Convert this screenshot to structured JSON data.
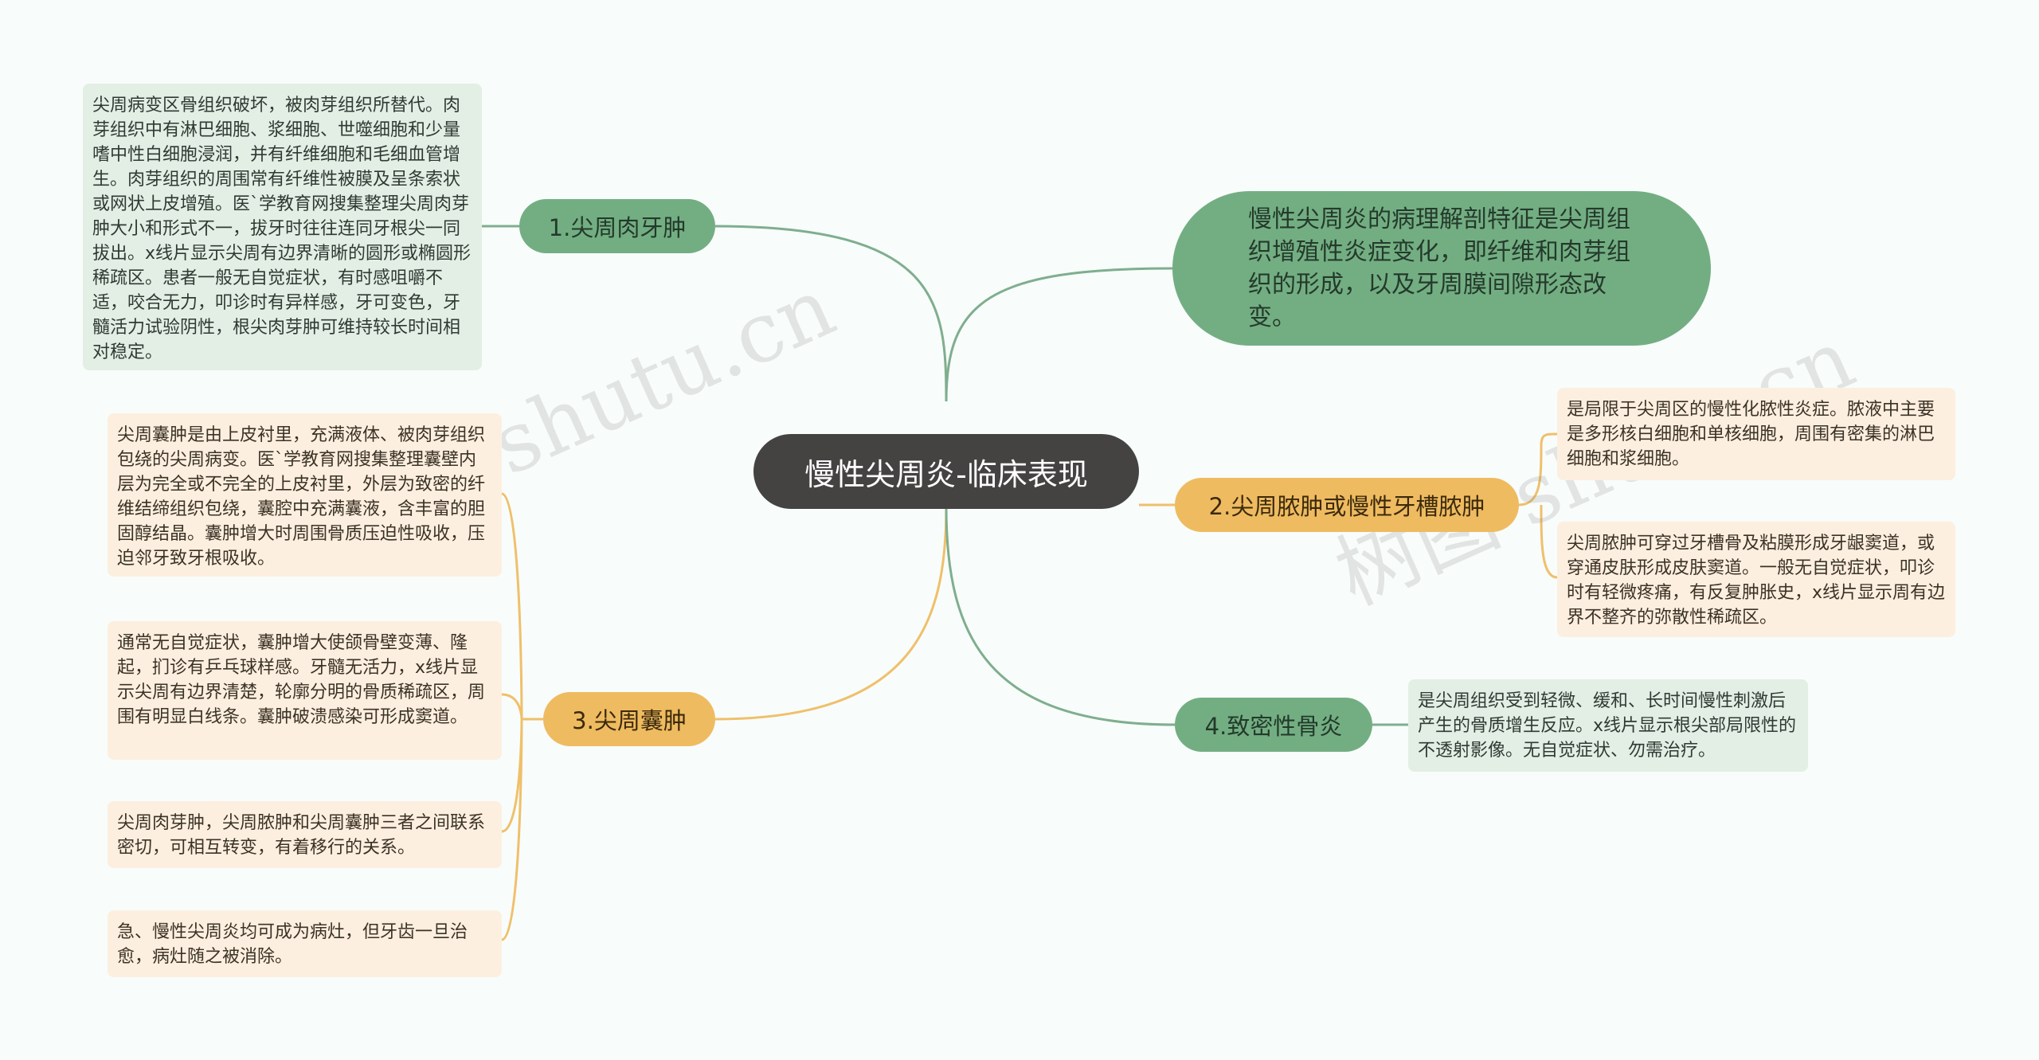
{
  "root": {
    "label": "慢性尖周炎-临床表现"
  },
  "summary": {
    "text": "慢性尖周炎的病理解剖特征是尖周组织增殖性炎症变化，即纤维和肉芽组织的形成，以及牙周膜间隙形态改变。"
  },
  "branches": [
    {
      "label": "1.尖周肉牙肿",
      "leaves": [
        "尖周病变区骨组织破坏，被肉芽组织所替代。肉芽组织中有淋巴细胞、浆细胞、世噬细胞和少量嗜中性白细胞浸润，并有纤维细胞和毛细血管增生。肉芽组织的周围常有纤维性被膜及呈条索状或网状上皮增殖。医`学教育网搜集整理尖周肉芽肿大小和形式不一，拔牙时往往连同牙根尖一同拔出。x线片显示尖周有边界清晰的圆形或椭圆形稀疏区。患者一般无自觉症状，有时感咀嚼不适，咬合无力，叩诊时有异样感，牙可变色，牙髓活力试验阴性，根尖肉芽肿可维持较长时间相对稳定。"
      ]
    },
    {
      "label": "2.尖周脓肿或慢性牙槽脓肿",
      "leaves": [
        "是局限于尖周区的慢性化脓性炎症。脓液中主要是多形核白细胞和单核细胞，周围有密集的淋巴细胞和浆细胞。",
        "尖周脓肿可穿过牙槽骨及粘膜形成牙龈窦道，或穿通皮肤形成皮肤窦道。一般无自觉症状，叩诊时有轻微疼痛，有反复肿胀史，x线片显示周有边界不整齐的弥散性稀疏区。"
      ]
    },
    {
      "label": "3.尖周囊肿",
      "leaves": [
        "尖周囊肿是由上皮衬里，充满液体、被肉芽组织包绕的尖周病变。医`学教育网搜集整理囊壁内层为完全或不完全的上皮衬里，外层为致密的纤维结缔组织包绕，囊腔中充满囊液，含丰富的胆固醇结晶。囊肿增大时周围骨质压迫性吸收，压迫邻牙致牙根吸收。",
        "通常无自觉症状，囊肿增大使颌骨壁变薄、隆起，扪诊有乒乓球样感。牙髓无活力，x线片显示尖周有边界清楚，轮廓分明的骨质稀疏区，周围有明显白线条。囊肿破溃感染可形成窦道。",
        "尖周肉芽肿，尖周脓肿和尖周囊肿三者之间联系密切，可相互转变，有着移行的关系。",
        "急、慢性尖周炎均可成为病灶，但牙齿一旦治愈，病灶随之被消除。"
      ]
    },
    {
      "label": "4.致密性骨炎",
      "leaves": [
        "是尖周组织受到轻微、缓和、长时间慢性刺激后产生的骨质增生反应。x线片显示根尖部局限性的不透射影像。无自觉症状、勿需治疗。"
      ]
    }
  ],
  "watermark": {
    "text": "树图 shutu.cn"
  },
  "colors": {
    "green_branch": "#73ae83",
    "orange_branch": "#efbb61",
    "root_bg": "#454242",
    "green_line": "#7fae8e",
    "orange_line": "#efc06a"
  }
}
